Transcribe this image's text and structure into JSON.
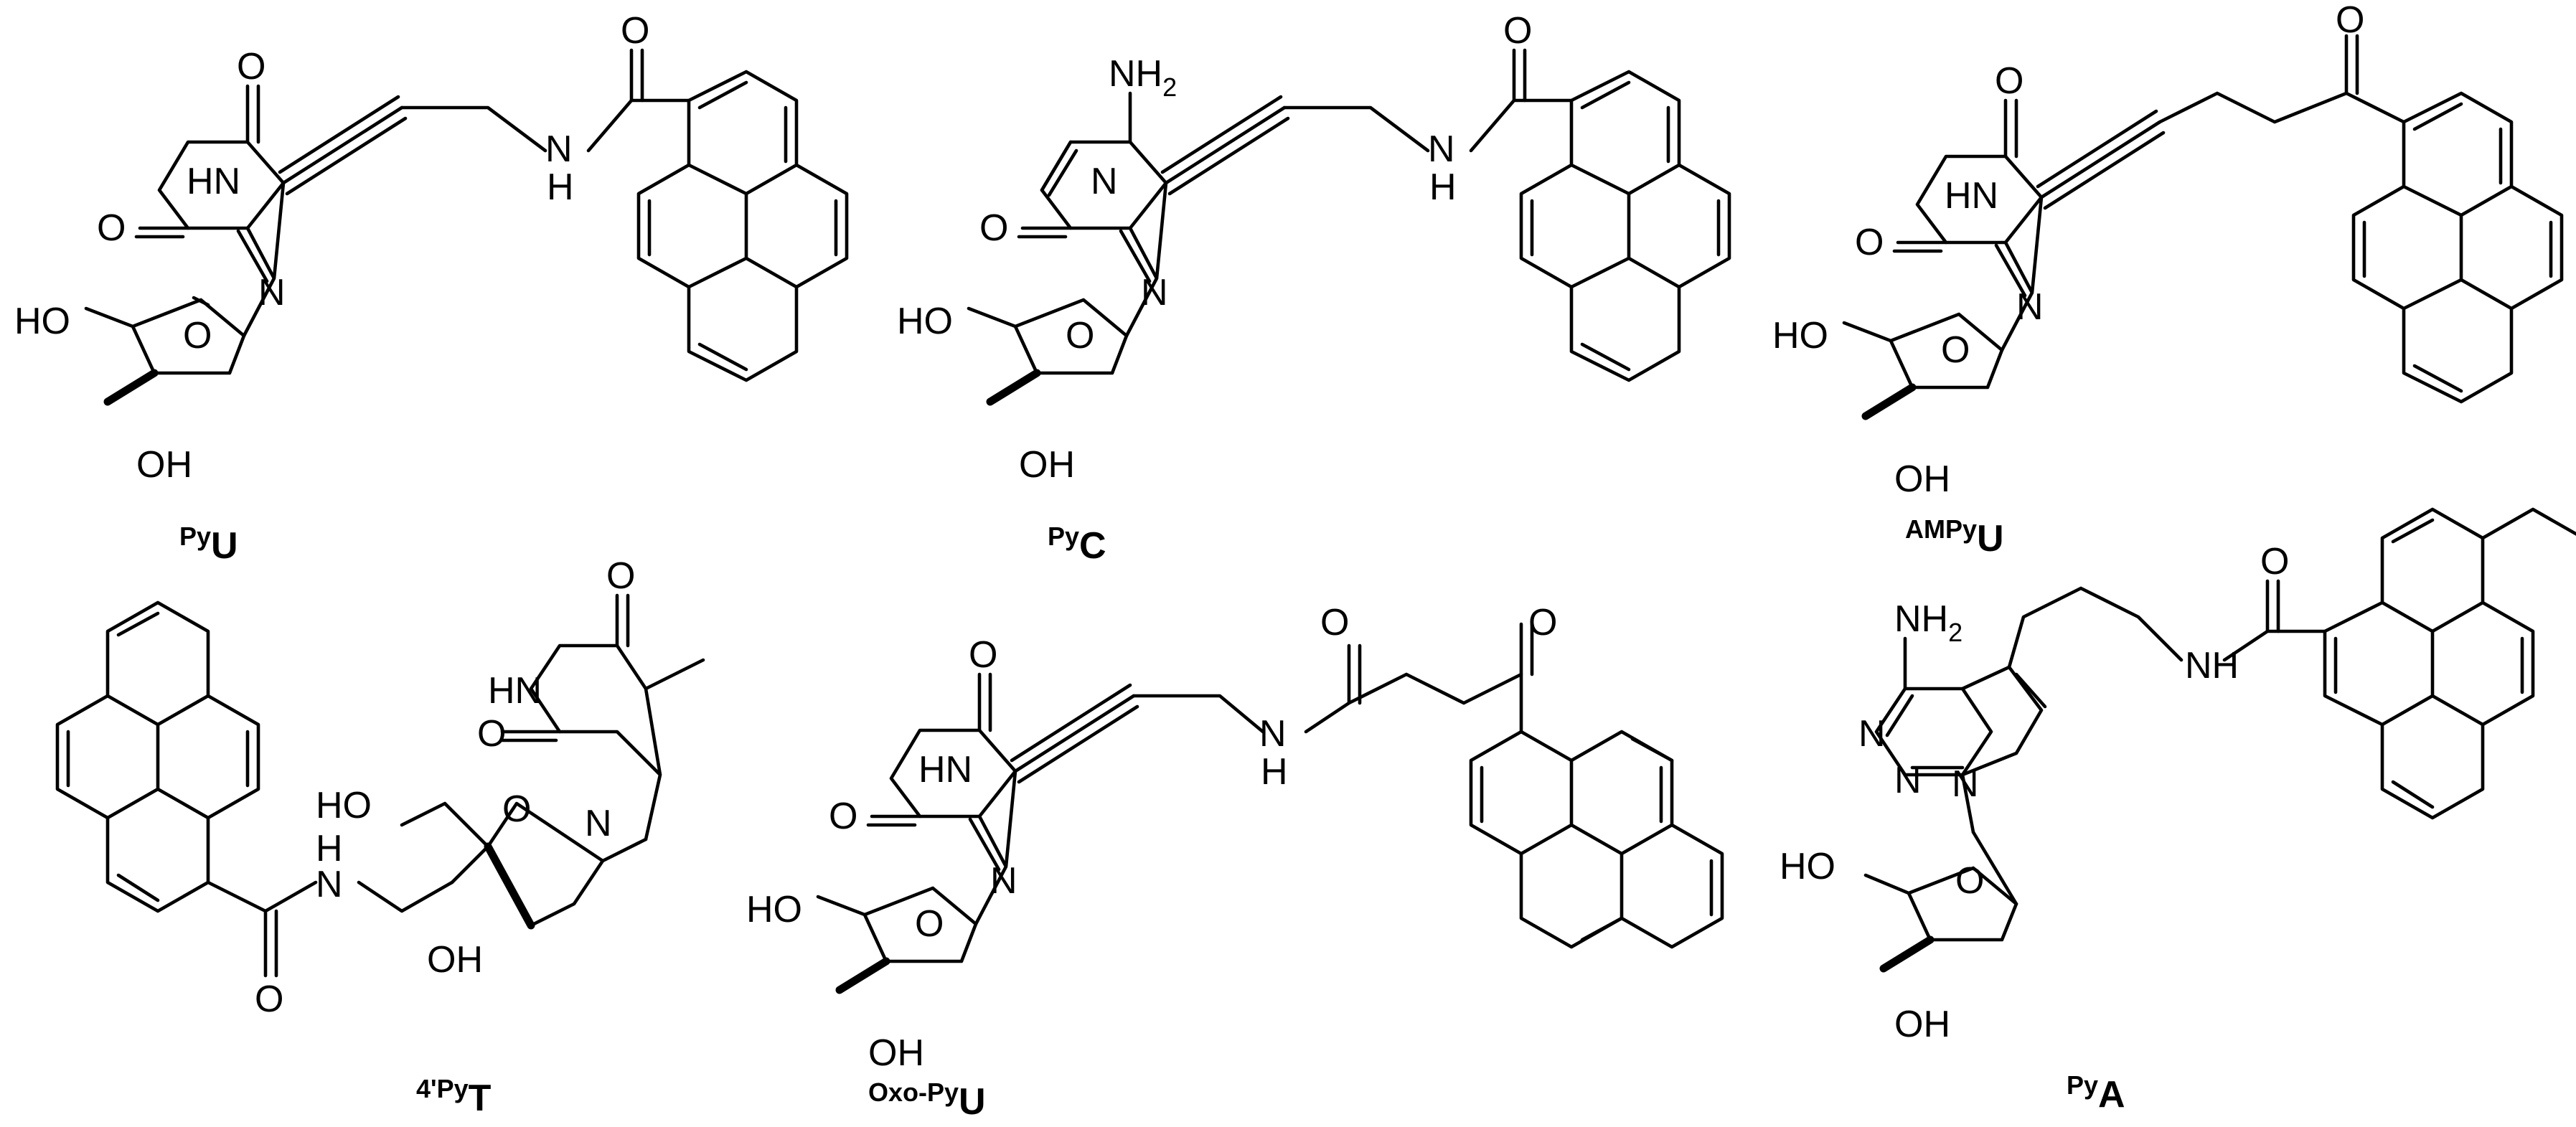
{
  "figure": {
    "compounds": [
      {
        "id": "pyu",
        "label_prefix": "Py",
        "label_base": "U"
      },
      {
        "id": "pyc",
        "label_prefix": "Py",
        "label_base": "C"
      },
      {
        "id": "ampyu",
        "label_prefix": "AMPy",
        "label_base": "U"
      },
      {
        "id": "4pyt",
        "label_prefix": "4'Py",
        "label_base": "T"
      },
      {
        "id": "oxopyu",
        "label_prefix": "Oxo-Py",
        "label_base": "U"
      },
      {
        "id": "pya",
        "label_prefix": "Py",
        "label_base": "A"
      }
    ],
    "atoms": {
      "O": "O",
      "HN": "HN",
      "N": "N",
      "H": "H",
      "NH": "NH",
      "NH2": "NH",
      "sub2": "2",
      "HO": "HO",
      "OH": "OH"
    }
  }
}
